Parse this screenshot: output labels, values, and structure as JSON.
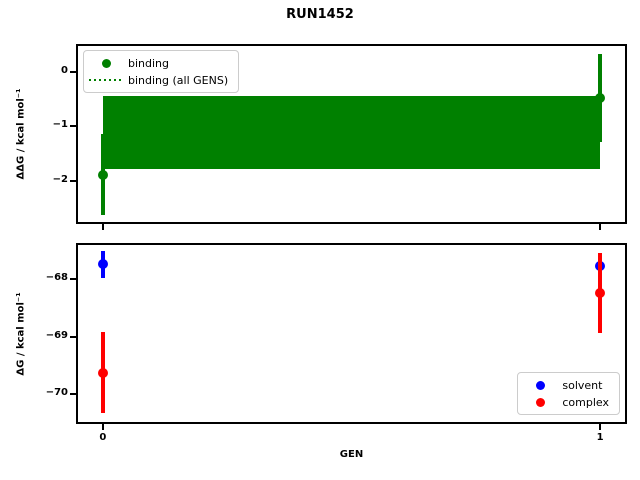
{
  "figure": {
    "title": "RUN1452",
    "xlabel": "GEN",
    "background_color": "#ffffff",
    "frame_color": "#000000"
  },
  "chart_data": [
    {
      "type": "scatter",
      "name": "binding-panel",
      "ylabel": "ΔΔG / kcal mol⁻¹",
      "xlim": [
        -0.05,
        1.05
      ],
      "ylim": [
        -2.76,
        0.47
      ],
      "grid": false,
      "xticks": [
        {
          "value": 0,
          "label": ""
        },
        {
          "value": 1,
          "label": ""
        }
      ],
      "yticks": [
        {
          "value": 0,
          "label": "0"
        },
        {
          "value": -1,
          "label": "−1"
        },
        {
          "value": -2,
          "label": "−2"
        }
      ],
      "series": [
        {
          "name": "binding",
          "color": "#008000",
          "marker": "circle",
          "x": [
            0,
            1
          ],
          "y": [
            -1.89,
            -0.48
          ],
          "yerr": [
            0.74,
            0.81
          ]
        }
      ],
      "band": {
        "name": "binding (all GENS)",
        "color": "#008000",
        "x": [
          0,
          1
        ],
        "y_top": -0.44,
        "y_bottom": -1.79,
        "line_value": -1.12,
        "line_style": "dotted"
      },
      "legend": {
        "position": "upper-left",
        "items": [
          {
            "label": "binding",
            "marker": "circle",
            "color": "#008000"
          },
          {
            "label": "binding (all GENS)",
            "marker": "dotted-line",
            "color": "#008000"
          }
        ]
      }
    },
    {
      "type": "scatter",
      "name": "dg-panel",
      "ylabel": "ΔG / kcal mol⁻¹",
      "xlim": [
        -0.05,
        1.05
      ],
      "ylim": [
        -70.49,
        -67.4
      ],
      "grid": false,
      "xticks": [
        {
          "value": 0,
          "label": "0"
        },
        {
          "value": 1,
          "label": "1"
        }
      ],
      "yticks": [
        {
          "value": -68,
          "label": "−68"
        },
        {
          "value": -69,
          "label": "−69"
        },
        {
          "value": -70,
          "label": "−70"
        }
      ],
      "series": [
        {
          "name": "solvent",
          "color": "#0000ff",
          "marker": "circle",
          "x": [
            0,
            1
          ],
          "y": [
            -67.74,
            -67.76
          ],
          "yerr": [
            0.24,
            0.2
          ]
        },
        {
          "name": "complex",
          "color": "#ff0000",
          "marker": "circle",
          "x": [
            0,
            1
          ],
          "y": [
            -69.63,
            -68.24
          ],
          "yerr": [
            0.71,
            0.7
          ]
        }
      ],
      "legend": {
        "position": "lower-right",
        "items": [
          {
            "label": "solvent",
            "marker": "circle",
            "color": "#0000ff"
          },
          {
            "label": "complex",
            "marker": "circle",
            "color": "#ff0000"
          }
        ]
      }
    }
  ]
}
